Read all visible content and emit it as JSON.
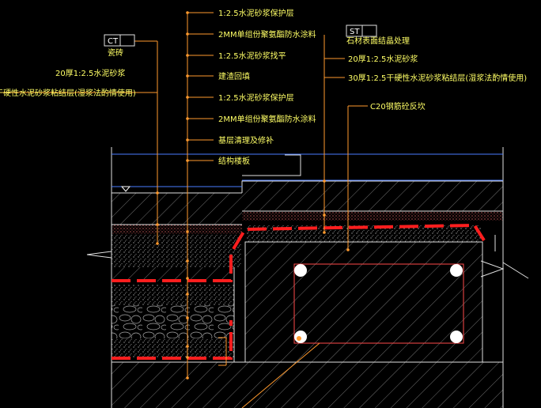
{
  "palette": {
    "background": "#000000",
    "label": "#ffff66",
    "leader": "#ff9a2e",
    "rebar": "#ff1e1e",
    "outline": "#e8e8e8",
    "water": "#4a7cff",
    "hatch": "#9a9a9a"
  },
  "labels": {
    "center": [
      "1:2.5水泥砂浆保护层",
      "2MM单组份聚氨酯防水涂料",
      "1:2.5水泥砂浆找平",
      "建渣回填",
      "1:2.5水泥砂浆保护层",
      "2MM单组份聚氨酯防水涂料",
      "基层清理及修补",
      "结构楼板"
    ],
    "left": {
      "tag": "CT",
      "tag_text": "瓷砖",
      "mortar": "20厚1:2.5水泥砂浆",
      "dry_mortar": "干硬性水泥砂浆粘结层(湿浆法酌情使用)"
    },
    "right": {
      "tag": "ST",
      "tag_text": "石材表面结晶处理",
      "mortar": "20厚1:2.5水泥砂浆",
      "dry_mortar": "30厚1:2.5干硬性水泥砂浆粘结层(湿浆法酌情使用)",
      "concrete": "C20钢筋砼反坎"
    }
  }
}
